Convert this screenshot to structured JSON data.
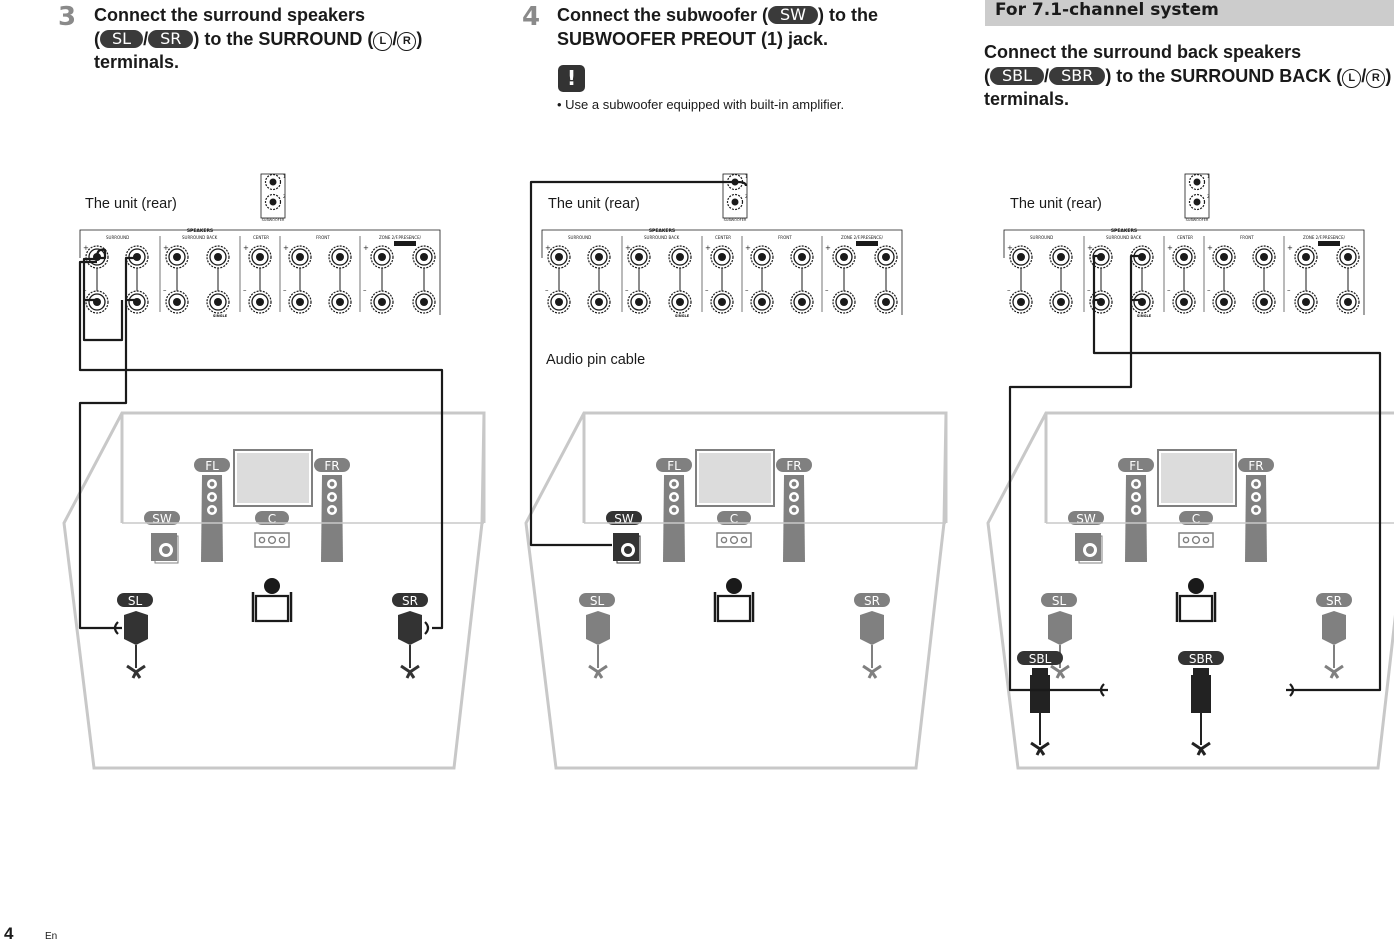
{
  "step3": {
    "number": "3",
    "line1": "Connect the surround speakers",
    "open": "(",
    "slash": "/",
    "close_to": ") to the SURROUND (",
    "close_end": ")",
    "line3": "terminals.",
    "pill_sl": "SL",
    "pill_sr": "SR",
    "icon_l": "L",
    "icon_r": "R"
  },
  "step4": {
    "number": "4",
    "line1_a": "Connect the subwoofer (",
    "line1_b": ") to the",
    "line2": "SUBWOOFER PREOUT (1) jack.",
    "pill_sw": "SW",
    "caution_mark": "!",
    "bullet": "•  Use a subwoofer equipped with built-in amplifier."
  },
  "section71": {
    "bar_title": "For 7.1-channel system",
    "line1": "Connect the surround back speakers",
    "open": "(",
    "slash": "/",
    "close_to": ") to the SURROUND BACK (",
    "close_end": ")",
    "line3": "terminals.",
    "pill_sbl": "SBL",
    "pill_sbr": "SBR",
    "icon_l": "L",
    "icon_r": "R"
  },
  "diagrams": {
    "unit_rear": "The unit (rear)",
    "audio_pin_cable": "Audio pin cable",
    "panel_labels": {
      "speakers": "SPEAKERS",
      "surround": "SURROUND",
      "surround_back": "SURROUND BACK",
      "center": "CENTER",
      "front": "FRONT",
      "zone": "ZONE 2/F.PRESENCE/",
      "single": "SINGLE",
      "subwoofer": "SUBWOOFER"
    },
    "speaker_labels": {
      "fl": "FL",
      "fr": "FR",
      "sw": "SW",
      "c": "C",
      "sl": "SL",
      "sr": "SR",
      "sbl": "SBL",
      "sbr": "SBR"
    }
  },
  "footer": {
    "page": "4",
    "lang": "En"
  },
  "colors": {
    "dark": "#1a1a1a",
    "pill": "#3a3a3a",
    "muted": "#808080",
    "room": "#c8c8c8",
    "bar": "#cccccc"
  }
}
